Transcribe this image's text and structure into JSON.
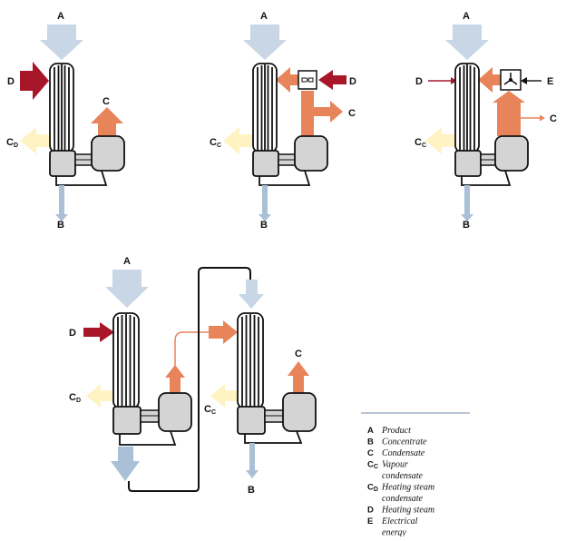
{
  "labels": {
    "a": "A",
    "b": "B",
    "c": "C",
    "cc": "Cc",
    "cd": "CD",
    "d": "D",
    "e": "E"
  },
  "legend": [
    {
      "code": "A",
      "text": "Product"
    },
    {
      "code": "B",
      "text": "Concentrate"
    },
    {
      "code": "C",
      "text": "Condensate"
    },
    {
      "code": "Cc",
      "text": "Vapour condensate"
    },
    {
      "code": "CD",
      "text": "Heating steam condensate"
    },
    {
      "code": "D",
      "text": "Heating steam"
    },
    {
      "code": "E",
      "text": "Electrical energy"
    }
  ],
  "colors": {
    "product": "#c8d6e5",
    "concentrate": "#a9c0d6",
    "heating_steam": "#a8162a",
    "vapour": "#e8845a",
    "heating_condensate": "#fff3c4",
    "vapour_condensate": "#fff3c4",
    "vessel": "#d4d4d4",
    "outline": "#111111"
  },
  "icons": {
    "thermocompressor": "jet-compressor-icon",
    "mvr": "fan-compressor-icon"
  }
}
